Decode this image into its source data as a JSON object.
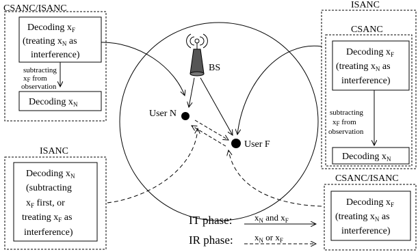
{
  "left_top": {
    "title": "CSANC/ISANC",
    "box1": {
      "line1": "Decoding x",
      "line1_sub": "F",
      "line2": "(treating x",
      "line2_sub": "N",
      "line2_tail": " as",
      "line3": "interference)"
    },
    "step": {
      "line1": "subtracting",
      "line2": "x",
      "line2_sub": "F",
      "line2_tail": " from",
      "line3": "observation"
    },
    "box2": {
      "text": "Decoding x",
      "sub": "N"
    }
  },
  "left_bottom": {
    "title": "ISANC",
    "box": {
      "line1": "Decoding x",
      "line1_sub": "N",
      "line2": "(subtracting",
      "line3": "x",
      "line3_sub": "F",
      "line3_tail": " first, or",
      "line4": "treating x",
      "line4_sub": "F",
      "line4_tail": " as",
      "line5": "interference)"
    }
  },
  "right_top": {
    "outer_title": "ISANC",
    "inner_title": "CSANC",
    "box1": {
      "line1": "Decoding x",
      "line1_sub": "F",
      "line2": "(treating x",
      "line2_sub": "N",
      "line2_tail": " as",
      "line3": "interference)"
    },
    "step": {
      "line1": "subtracting",
      "line2": "x",
      "line2_sub": "F",
      "line2_tail": " from",
      "line3": "observation"
    },
    "box2": {
      "text": "Decoding x",
      "sub": "N"
    }
  },
  "right_bottom": {
    "title": "CSANC/ISANC",
    "box": {
      "line1": "Decoding x",
      "line1_sub": "F",
      "line2": "(treating x",
      "line2_sub": "N",
      "line2_tail": " as",
      "line3": "interference)"
    }
  },
  "center": {
    "bs": "BS",
    "user_n": "User N",
    "user_f": "User F"
  },
  "legend": {
    "it_label": "IT phase:",
    "it_text": "x",
    "it_sub1": "N",
    "it_mid": " and x",
    "it_sub2": "F",
    "ir_label": "IR phase:",
    "ir_text": "x",
    "ir_sub1": "N",
    "ir_mid": " or x",
    "ir_sub2": "F"
  }
}
